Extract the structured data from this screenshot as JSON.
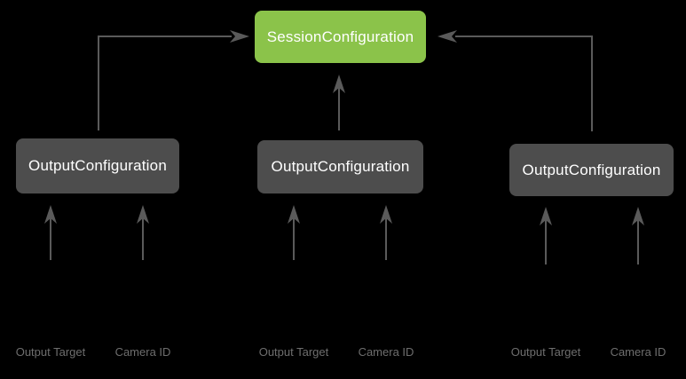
{
  "diagram": {
    "session_box": {
      "label": "SessionConfiguration"
    },
    "output_boxes": [
      {
        "label": "OutputConfiguration"
      },
      {
        "label": "OutputConfiguration"
      },
      {
        "label": "OutputConfiguration"
      }
    ],
    "input_labels": [
      {
        "label": "Output Target"
      },
      {
        "label": "Camera ID"
      },
      {
        "label": "Output Target"
      },
      {
        "label": "Camera ID"
      },
      {
        "label": "Output Target"
      },
      {
        "label": "Camera ID"
      }
    ],
    "colors": {
      "background": "#000000",
      "session_box_fill": "#8BC34A",
      "output_box_fill": "#4D4D4D",
      "box_text": "#FFFFFF",
      "arrow": "#5A5A5A",
      "input_label_text": "#6E6E6E"
    }
  }
}
